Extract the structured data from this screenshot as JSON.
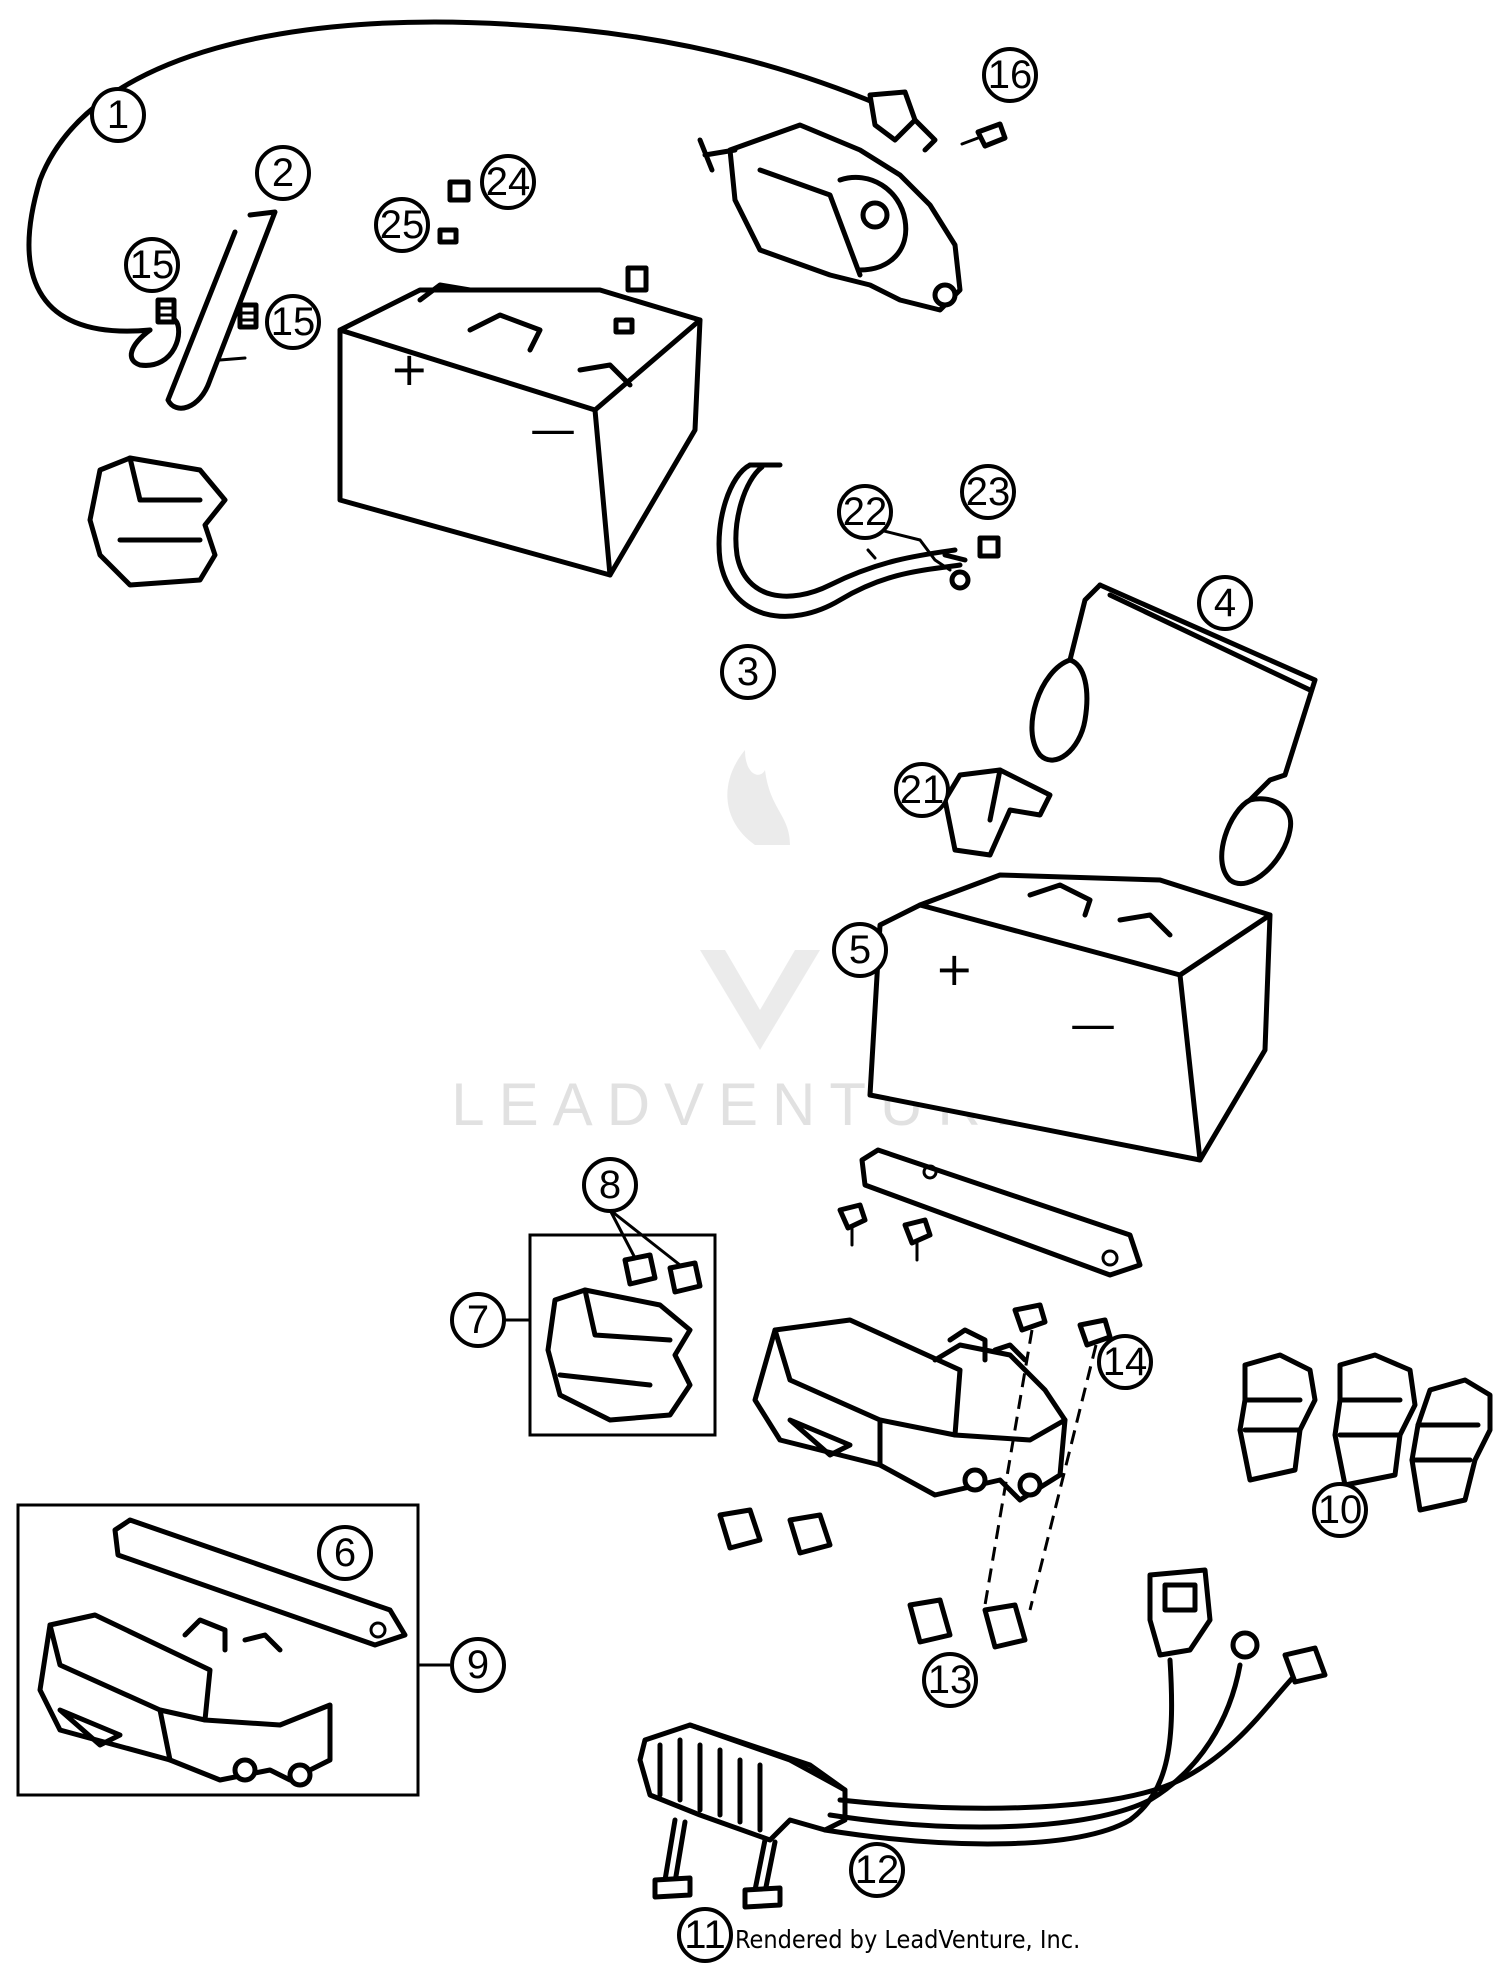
{
  "callouts": {
    "c1": "1",
    "c2": "2",
    "c3": "3",
    "c4": "4",
    "c5": "5",
    "c6": "6",
    "c7": "7",
    "c8": "8",
    "c9": "9",
    "c10": "10",
    "c11": "11",
    "c12": "12",
    "c13": "13",
    "c14": "14",
    "c15a": "15",
    "c15b": "15",
    "c16": "16",
    "c21": "21",
    "c22": "22",
    "c23": "23",
    "c24": "24",
    "c25": "25"
  },
  "battery_upper": {
    "plus": "+",
    "minus": "—"
  },
  "battery_lower": {
    "plus": "+",
    "minus": "—"
  },
  "watermark": {
    "text": "LEADVENTURE"
  },
  "credit": "Rendered by LeadVenture, Inc."
}
